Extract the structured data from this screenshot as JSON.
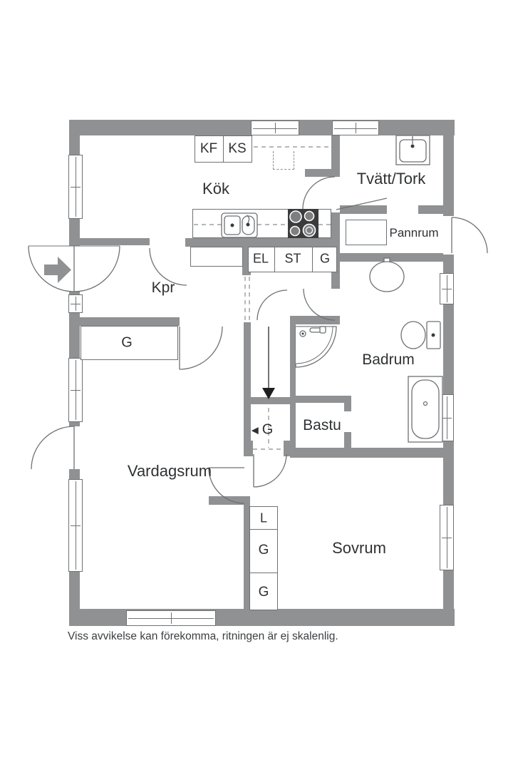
{
  "rooms": {
    "kok": "Kök",
    "tvatt_tork": "Tvätt/Tork",
    "pannrum": "Pannrum",
    "kpr": "Kpr",
    "badrum": "Badrum",
    "bastu": "Bastu",
    "vardagsrum": "Vardagsrum",
    "sovrum": "Sovrum"
  },
  "cabinets": {
    "kf": "KF",
    "ks": "KS",
    "el": "EL",
    "st": "ST",
    "g_kitchen": "G",
    "g_kpr": "G",
    "g_understair": "G",
    "l_closet": "L",
    "g_closet_upper": "G",
    "g_closet_lower": "G"
  },
  "icons": {
    "west_triangle": "◀",
    "entrance_arrow": "arrow-pointing-right-into-entrance",
    "stairs_arrow": "arrow-pointing-down-stairs"
  },
  "colors": {
    "wall": "#8f9193",
    "line": "#6f7173",
    "text": "#2f3133",
    "fixture_dark": "#3b3b3b",
    "background": "#ffffff"
  },
  "footer": {
    "disclaimer": "Viss avvikelse kan förekomma, ritningen är ej skalenlig."
  }
}
